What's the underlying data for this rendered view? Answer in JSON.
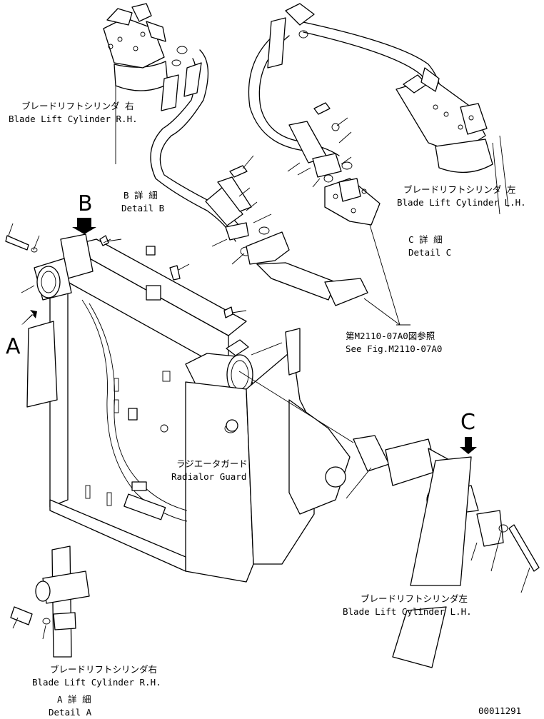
{
  "labels": {
    "rh_top_jp": "ブレードリフトシリンダ 右",
    "rh_top_en": "Blade Lift Cylinder R.H.",
    "lh_top_jp": "ブレードリフトシリンダ 左",
    "lh_top_en": "Blade Lift Cylinder L.H.",
    "detail_b_jp": "B 詳 細",
    "detail_b_en": "Detail B",
    "detail_c_jp": "C 詳 細",
    "detail_c_en": "Detail C",
    "see_fig_jp": "第M2110-07A0図参照",
    "see_fig_en": "See Fig.M2110-07A0",
    "radiator_jp": "ラジエータガード",
    "radiator_en": "Radialor Guard",
    "lh_bottom_jp": "ブレードリフトシリンダ左",
    "lh_bottom_en": "Blade Lift Cylinder L.H.",
    "rh_bottom_jp": "ブレードリフトシリンダ右",
    "rh_bottom_en": "Blade Lift Cylinder R.H.",
    "detail_a_jp": "A 詳 細",
    "detail_a_en": "Detail A",
    "view_a": "A",
    "view_b": "B",
    "view_c": "C",
    "figure_number": "00011291"
  }
}
